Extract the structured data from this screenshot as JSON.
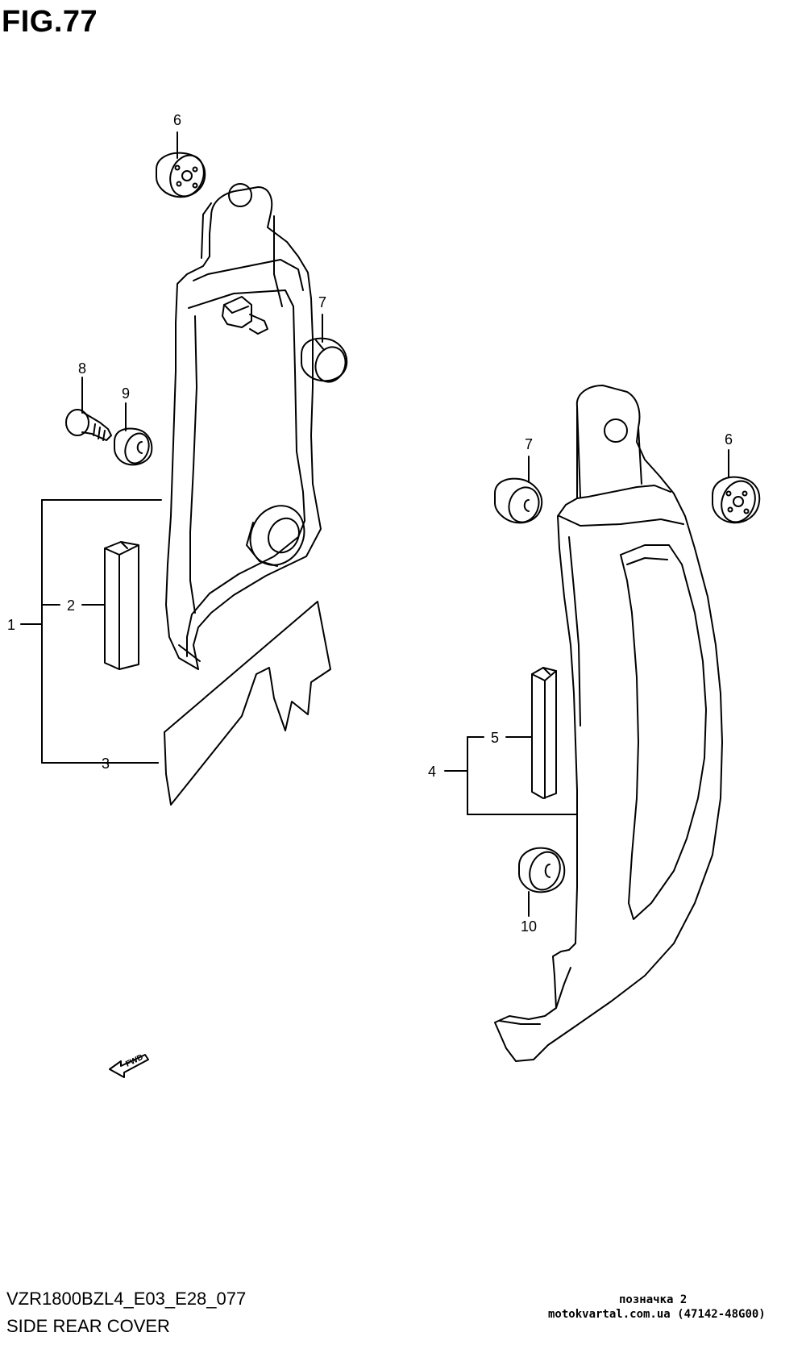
{
  "figure": {
    "title": "FIG.77",
    "model_code": "VZR1800BZL4_E03_E28_077",
    "name": "SIDE REAR COVER"
  },
  "callouts": [
    "1",
    "2",
    "3",
    "4",
    "5",
    "6",
    "7",
    "8",
    "9",
    "10"
  ],
  "fwd_label": "FWD",
  "watermark": {
    "mark": "позначка 2",
    "site": "motokvartal.com.ua",
    "part_ref": "(47142-48G00)"
  }
}
